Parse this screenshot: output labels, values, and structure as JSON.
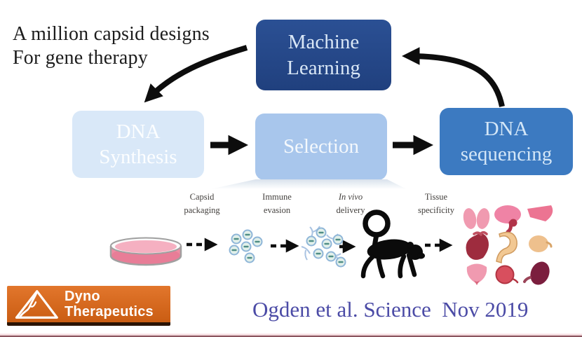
{
  "slide": {
    "tagline": "A million capsid designs\nFor gene therapy",
    "citation": "Ogden et al. Science  Nov 2019"
  },
  "cycle": {
    "machine_learning": {
      "label": "Machine\nLearning",
      "bg": "#24478a",
      "text_color": "#d9e7f6"
    },
    "dna_synthesis": {
      "label": "DNA\nSynthesis",
      "bg": "#d9e8f8",
      "text_color": "#ffffff"
    },
    "selection": {
      "label": "Selection",
      "bg": "#a8c6ec",
      "text_color": "#f4f8fc"
    },
    "dna_sequencing": {
      "label": "DNA\nsequencing",
      "bg": "#3c7ac1",
      "text_color": "#d3e6f7"
    }
  },
  "selection_steps": [
    {
      "line1": "Capsid",
      "line2": "packaging"
    },
    {
      "line1": "Immune",
      "line2": "evasion"
    },
    {
      "line1": "In vivo",
      "line2": "delivery",
      "line1_style": "italic"
    },
    {
      "line1": "Tissue",
      "line2": "specificity"
    }
  ],
  "flow": {
    "icons": [
      "petri-dish-icon",
      "capsid-cluster-icon",
      "antibody-capsid-cluster-icon",
      "monkey-icon",
      "organ-panel-icon"
    ],
    "capsid_cluster_count": 6,
    "antibody_cluster_count": 7,
    "organ_icons": [
      "lungs-icon",
      "brain-icon",
      "liver-icon",
      "heart-icon",
      "stomach-icon",
      "kidney-icon",
      "bladder-icon",
      "cell-icon",
      "spleen-icon"
    ]
  },
  "logo": {
    "line1": "Dyno",
    "line2": "Therapeutics",
    "bg": "#d96a1c",
    "mark": "mountain-triangle-icon"
  },
  "colors": {
    "arrow": "#0d0d0d",
    "citation_text": "#4b4ba6",
    "tagline_text": "#1c1c1c",
    "media_pink": "#ee8ba2"
  }
}
